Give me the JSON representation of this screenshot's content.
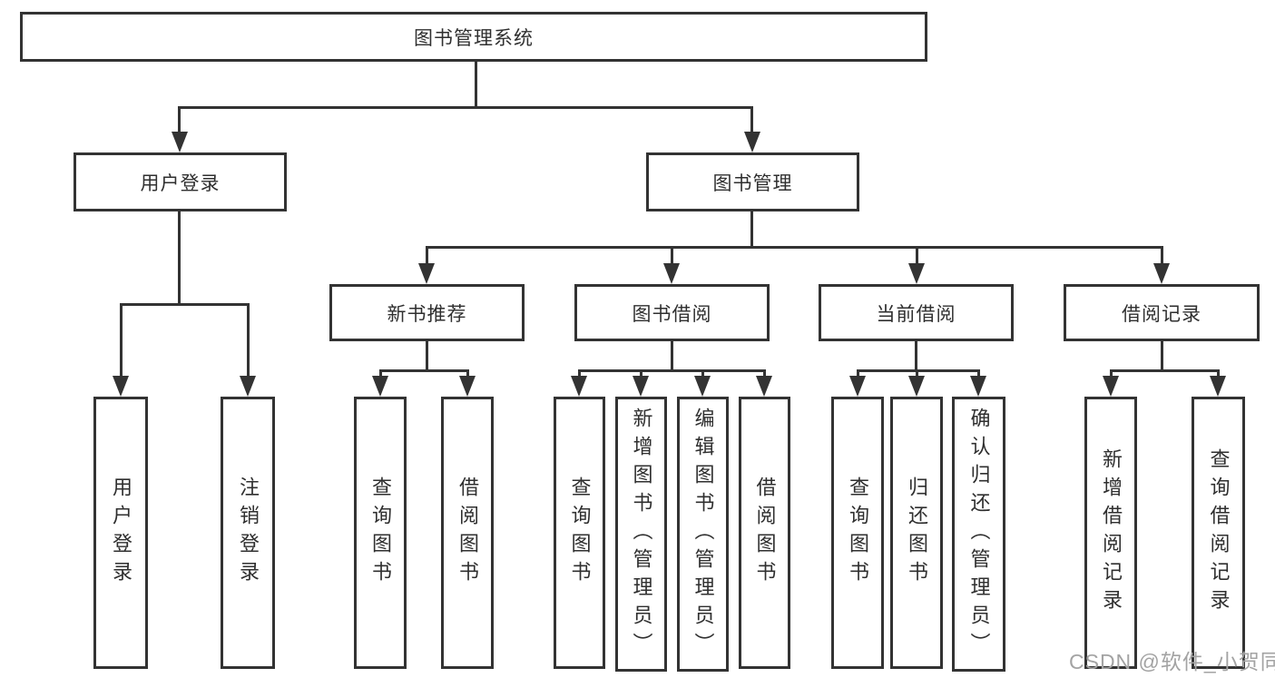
{
  "root": {
    "label": "图书管理系统"
  },
  "branches": {
    "user": {
      "label": "用户登录",
      "children": [
        {
          "label": "用户登录"
        },
        {
          "label": "注销登录"
        }
      ]
    },
    "mgmt": {
      "label": "图书管理",
      "groups": [
        {
          "label": "新书推荐",
          "children": [
            {
              "label": "查询图书"
            },
            {
              "label": "借阅图书"
            }
          ]
        },
        {
          "label": "图书借阅",
          "children": [
            {
              "label": "查询图书"
            },
            {
              "label": "新增图书（管理员）"
            },
            {
              "label": "编辑图书（管理员）"
            },
            {
              "label": "借阅图书"
            }
          ]
        },
        {
          "label": "当前借阅",
          "children": [
            {
              "label": "查询图书"
            },
            {
              "label": "归还图书"
            },
            {
              "label": "确认归还（管理员）"
            }
          ]
        },
        {
          "label": "借阅记录",
          "children": [
            {
              "label": "新增借阅记录"
            },
            {
              "label": "查询借阅记录"
            }
          ]
        }
      ]
    }
  },
  "watermark": "CSDN @软件_小贺同学",
  "colors": {
    "line": "#333333",
    "text": "#2f2f2f",
    "watermark": "#a3a3a3",
    "background": "#ffffff"
  }
}
